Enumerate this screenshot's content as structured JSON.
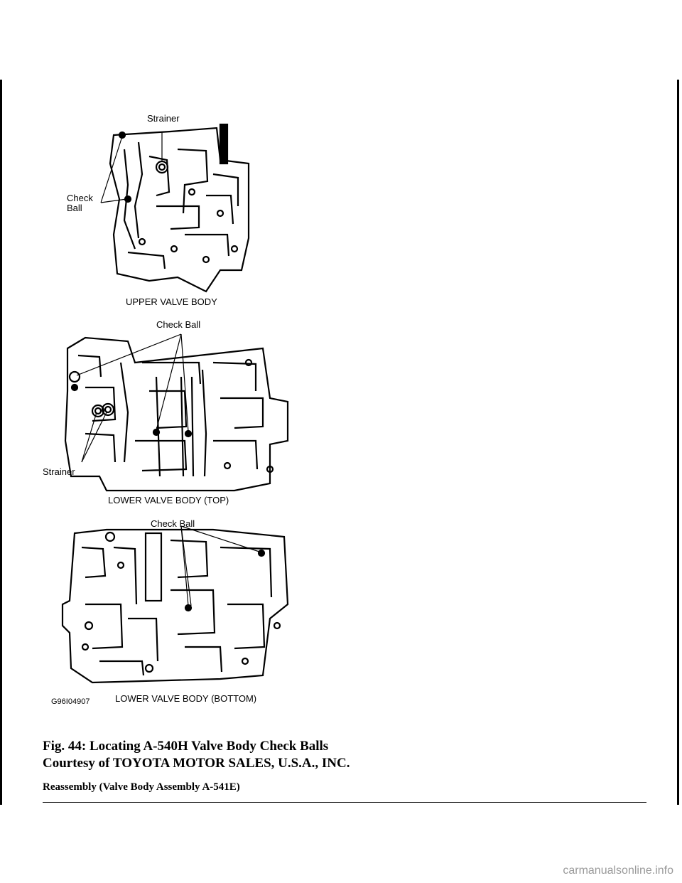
{
  "figure": {
    "upper": {
      "strainer": "Strainer",
      "check_ball": "Check\nBall",
      "title": "UPPER VALVE BODY"
    },
    "lower_top": {
      "check_ball": "Check Ball",
      "strainer": "Strainer",
      "title": "LOWER VALVE BODY (TOP)"
    },
    "lower_bottom": {
      "check_ball": "Check Ball",
      "code": "G96I04907",
      "title": "LOWER VALVE BODY (BOTTOM)"
    }
  },
  "caption": {
    "line1": "Fig. 44: Locating A-540H Valve Body Check Balls",
    "line2": "Courtesy of TOYOTA MOTOR SALES, U.S.A., INC."
  },
  "section_heading": "Reassembly (Valve Body Assembly A-541E)",
  "watermark": "carmanualsonline.info"
}
